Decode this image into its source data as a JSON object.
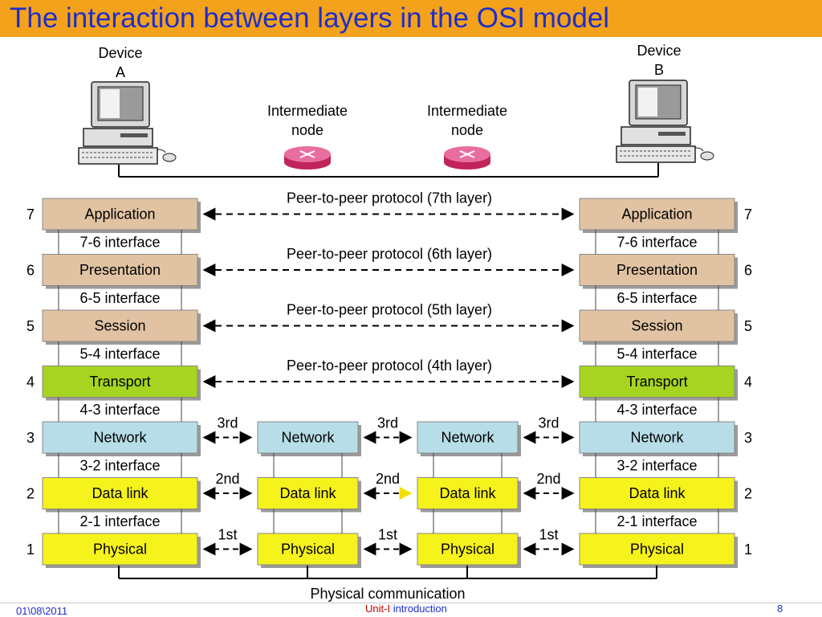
{
  "slide": {
    "title": "The interaction between layers in the OSI model",
    "footer_date": "01\\08\\2011",
    "footer_unit": "Unit-I",
    "footer_topic": "introduction",
    "page_number": "8"
  },
  "devices": {
    "a_line1": "Device",
    "a_line2": "A",
    "b_line1": "Device",
    "b_line2": "B"
  },
  "nodes": {
    "label_line1": "Intermediate",
    "label_line2": "node"
  },
  "layers": [
    {
      "num": "7",
      "name": "Application",
      "color": "#e1c3a3"
    },
    {
      "num": "6",
      "name": "Presentation",
      "color": "#e1c3a3"
    },
    {
      "num": "5",
      "name": "Session",
      "color": "#e1c3a3"
    },
    {
      "num": "4",
      "name": "Transport",
      "color": "#a6d421"
    },
    {
      "num": "3",
      "name": "Network",
      "color": "#b7dde8"
    },
    {
      "num": "2",
      "name": "Data link",
      "color": "#f6f21b"
    },
    {
      "num": "1",
      "name": "Physical",
      "color": "#f6f21b"
    }
  ],
  "interfaces": [
    "7-6 interface",
    "6-5 interface",
    "5-4 interface",
    "4-3 interface",
    "3-2 interface",
    "2-1 interface"
  ],
  "peer_protocols": [
    "Peer-to-peer protocol (7th layer)",
    "Peer-to-peer protocol (6th layer)",
    "Peer-to-peer protocol (5th layer)",
    "Peer-to-peer protocol (4th layer)"
  ],
  "hop_labels": {
    "network": "3rd",
    "datalink": "2nd",
    "physical": "1st"
  },
  "physical_communication": "Physical communication"
}
